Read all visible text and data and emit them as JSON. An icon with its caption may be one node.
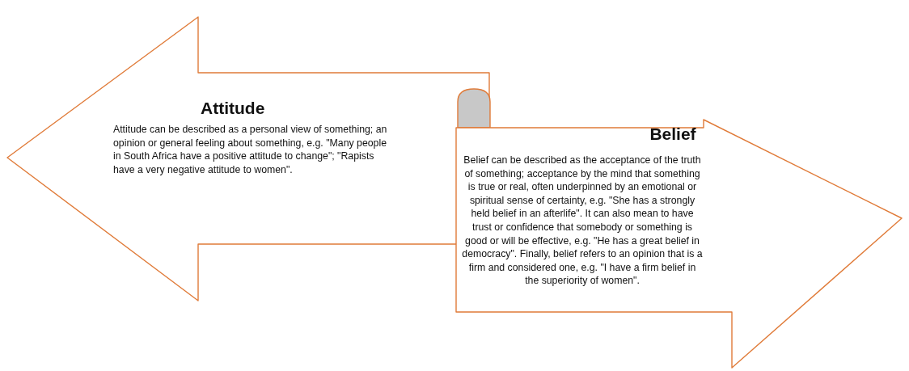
{
  "diagram": {
    "nodes": [
      {
        "text": [
          "Attitude",
          "Attitude can be described as a personal view of something; an opinion or general feeling about something, e.g. \"Many people in South Africa have a positive attitude to change\"; \"Rapists have a very negative attitude to women\"."
        ]
      },
      {
        "text": [
          "Belief",
          "Belief can be described as the acceptance of the truth of something; acceptance by the mind that something is true or real, often underpinned by an emotional or spiritual sense of certainty, e.g. \"She has a strongly held belief in an afterlife\". It can also mean to have trust or confidence that somebody or something is good or will be effective, e.g. \"He has a great belief in democracy\". Finally, belief refers to an opinion that is a firm and considered one, e.g. \"I have a firm belief in the superiority of women\"."
        ]
      }
    ]
  }
}
